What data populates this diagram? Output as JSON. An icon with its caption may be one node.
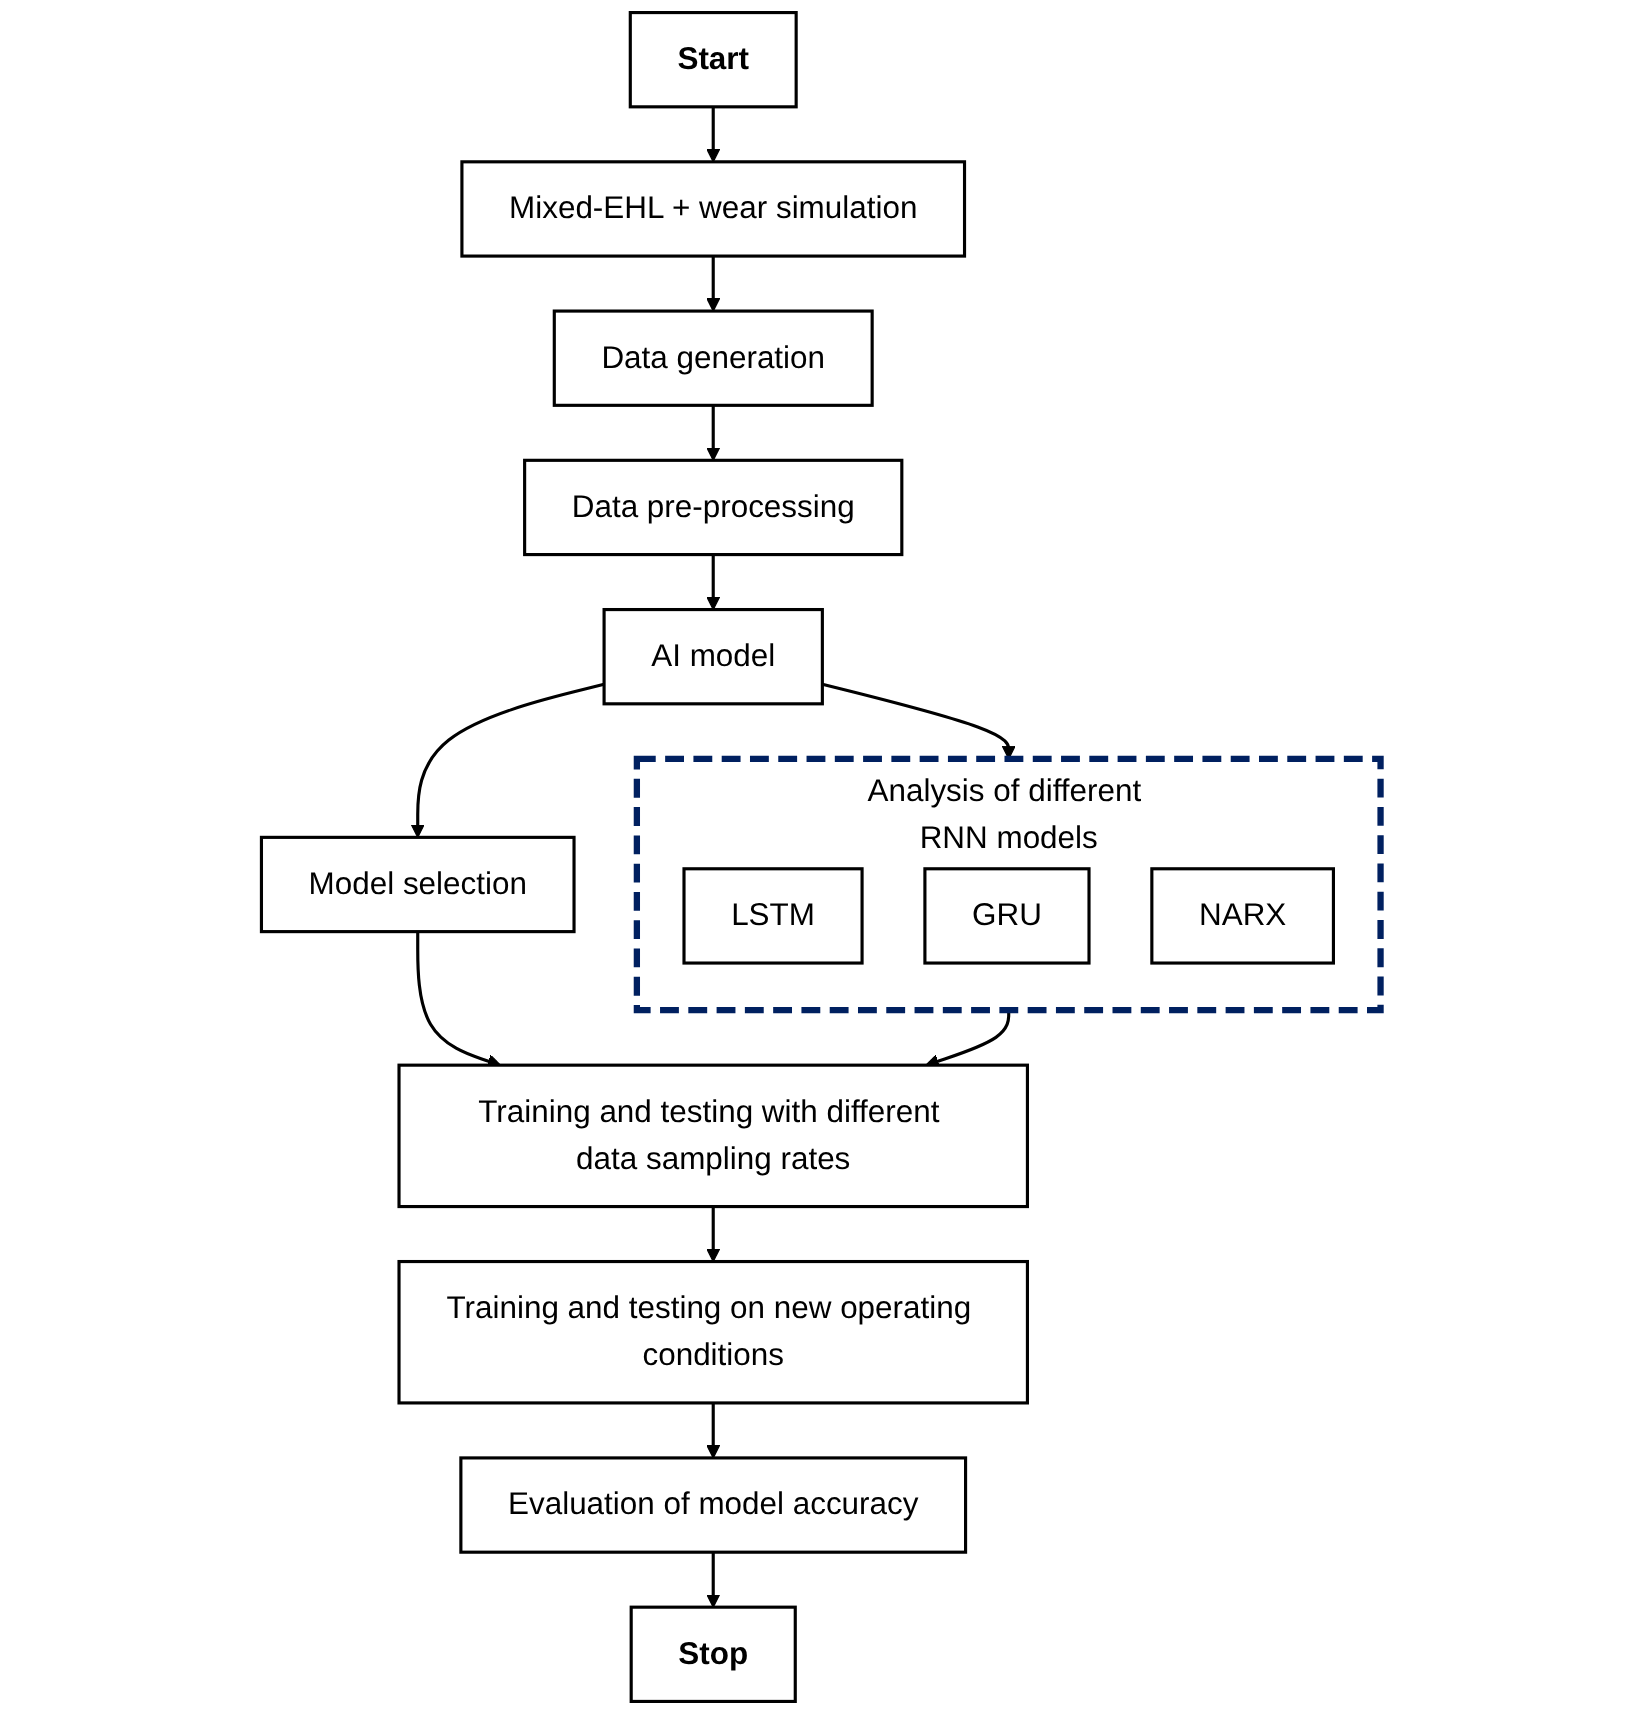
{
  "diagram": {
    "nodes": [
      {
        "text": [
          "Start"
        ]
      },
      {
        "text": [
          "Mixed-EHL + wear simulation"
        ]
      },
      {
        "text": [
          "Data generation"
        ]
      },
      {
        "text": [
          "Data pre-processing"
        ]
      },
      {
        "text": [
          "AI model"
        ]
      },
      {
        "text": [
          "Model selection"
        ]
      },
      {
        "text": [
          "Training and testing with different data sampling rates"
        ]
      },
      {
        "text": [
          "Training and testing on new operating conditions"
        ]
      },
      {
        "text": [
          "Evaluation of model accuracy"
        ]
      },
      {
        "text": [
          "Stop"
        ]
      },
      {
        "text": [
          "Analysis of different RNN models"
        ]
      },
      {
        "text": [
          "LSTM"
        ],
        "in": 10
      },
      {
        "text": [
          "GRU"
        ],
        "in": 10
      },
      {
        "text": [
          "NARX"
        ],
        "in": 10
      }
    ],
    "edges": [
      {
        "from": 0,
        "to": 1,
        "arrow": "to"
      },
      {
        "from": 1,
        "to": 2,
        "arrow": "to"
      },
      {
        "from": 2,
        "to": 3,
        "arrow": "to"
      },
      {
        "from": 3,
        "to": 4,
        "arrow": "to"
      },
      {
        "from": 4,
        "to": 5,
        "arrow": "to"
      },
      {
        "from": 4,
        "to": 10,
        "arrow": "to"
      },
      {
        "from": 10,
        "to": 6,
        "arrow": "to"
      },
      {
        "from": 5,
        "to": 6,
        "arrow": "to"
      },
      {
        "from": 6,
        "to": 7,
        "arrow": "to"
      },
      {
        "from": 7,
        "to": 8,
        "arrow": "to"
      },
      {
        "from": 8,
        "to": 9,
        "arrow": "to"
      }
    ]
  }
}
